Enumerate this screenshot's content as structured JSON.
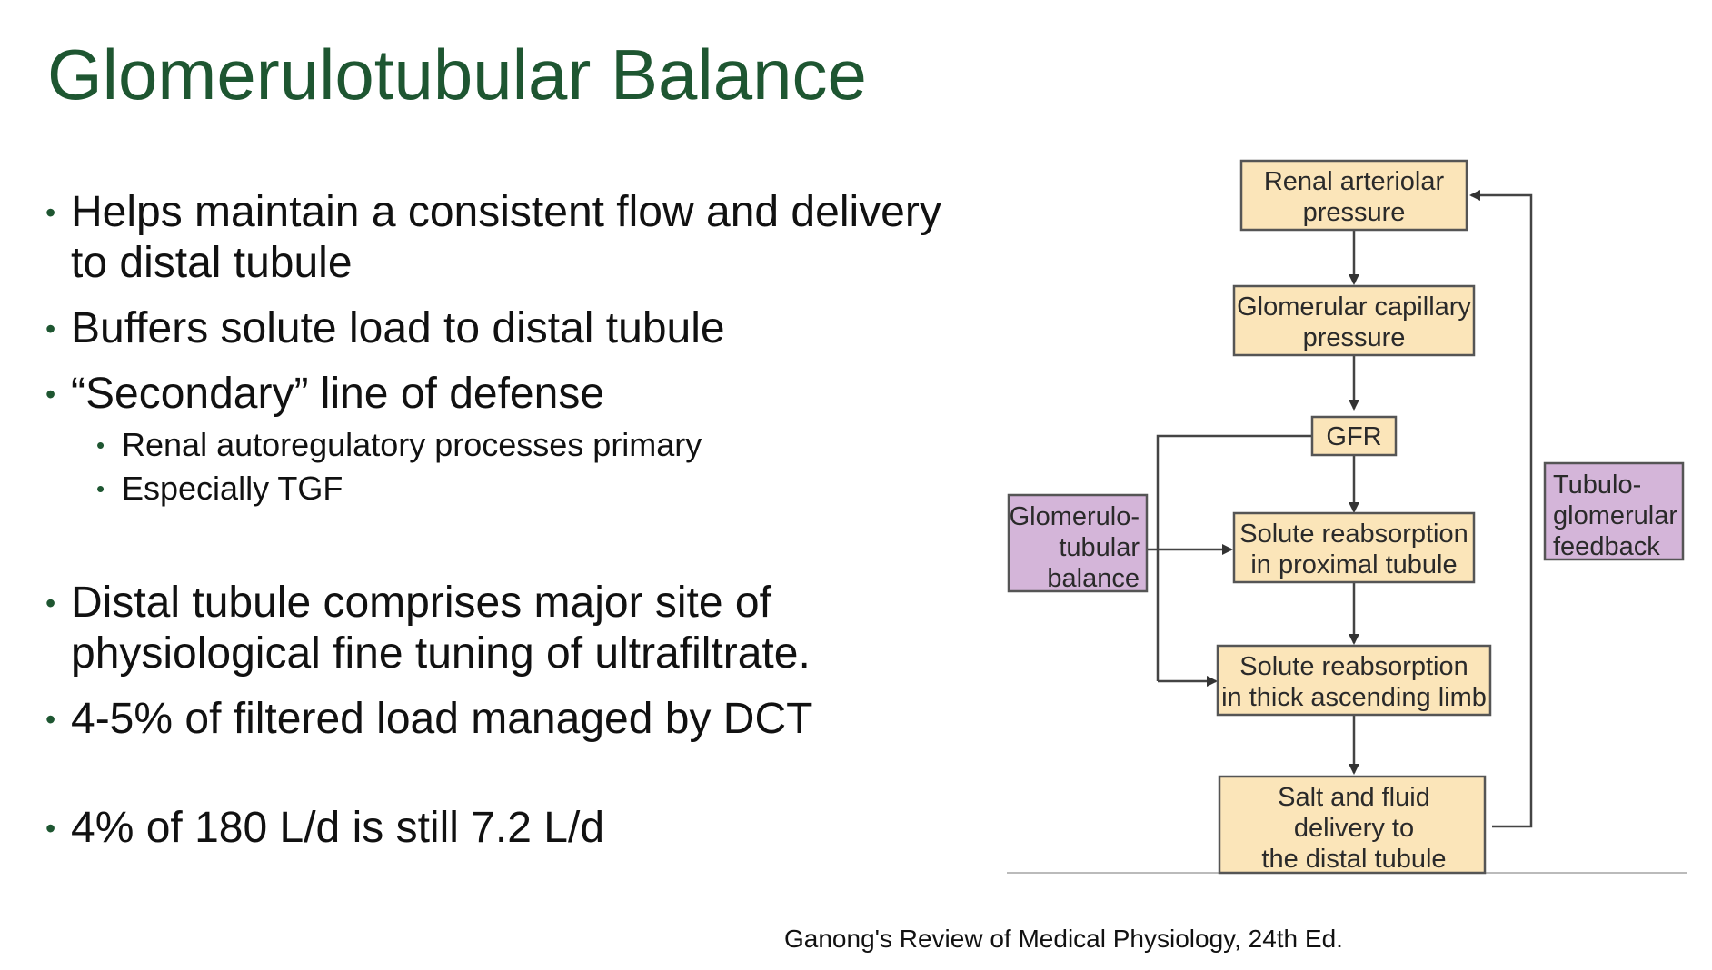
{
  "title": "Glomerulotubular Balance",
  "bullets": {
    "b1": "Helps maintain a consistent flow and delivery to distal tubule",
    "b2": "Buffers solute load to distal tubule",
    "b3": "“Secondary” line of defense",
    "b3_sub": [
      "Renal autoregulatory processes primary",
      "Especially TGF"
    ],
    "b4": "Distal tubule comprises major site of physiological fine tuning of ultrafiltrate.",
    "b5": "4-5% of filtered load managed by DCT",
    "b6": "4% of 180 L/d is still 7.2 L/d"
  },
  "diagram": {
    "box_fill": "#fbe5b9",
    "side_box_fill": "#d4b5d9",
    "renal_arteriolar": [
      "Renal arteriolar",
      "pressure"
    ],
    "glomerular_capillary": [
      "Glomerular capillary",
      "pressure"
    ],
    "gfr": "GFR",
    "solute_proximal": [
      "Solute reabsorption",
      "in proximal tubule"
    ],
    "solute_thick": [
      "Solute reabsorption",
      "in thick ascending limb"
    ],
    "salt_fluid": [
      "Salt and fluid",
      "delivery to",
      "the distal tubule"
    ],
    "glomerulotubular": [
      "Glomerulo-",
      "tubular",
      "balance"
    ],
    "tubuloglomerular": [
      "Tubulo-",
      "glomerular",
      "feedback"
    ]
  },
  "citation": "Ganong's Review  of Medical Physiology,  24th Ed."
}
